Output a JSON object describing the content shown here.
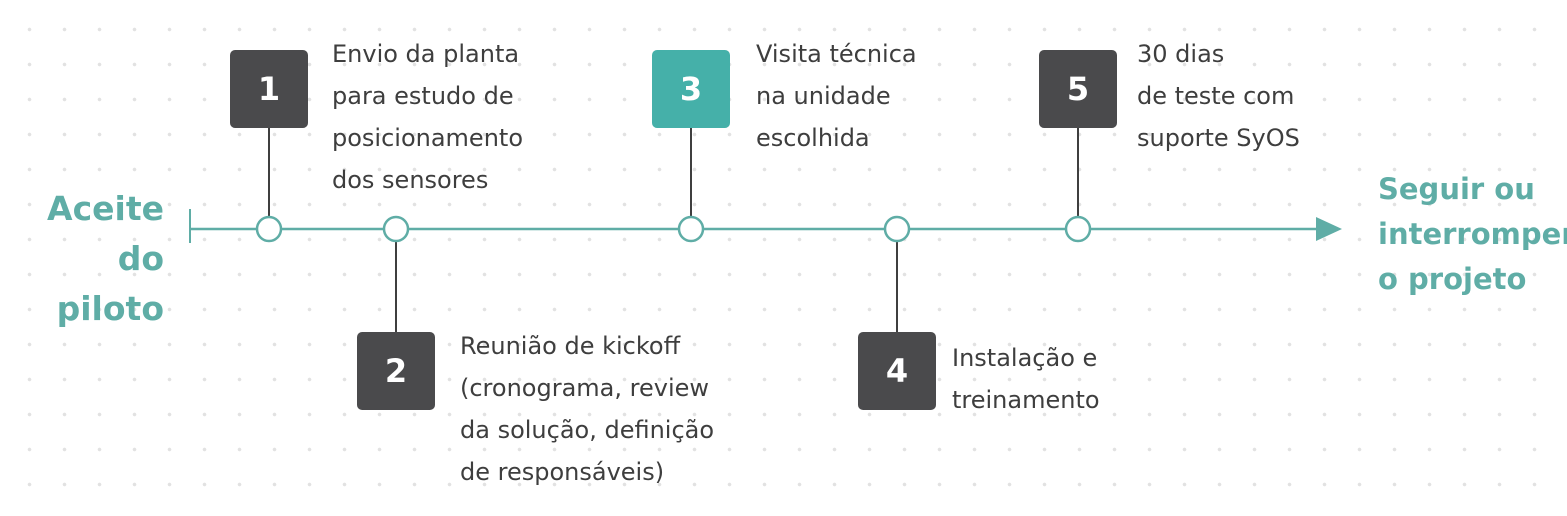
{
  "colors": {
    "accent": "#45b0a9",
    "label": "#5fada6",
    "dark_box": "#4a4a4c",
    "line": "#5fada6",
    "connector": "#3f3f3f",
    "text": "#3e3e3e"
  },
  "start_label": "Aceite\ndo piloto",
  "end_label": "Seguir ou\ninterromper\no projeto",
  "steps": [
    {
      "number": "1",
      "text": "Envio da planta\npara estudo de\nposicionamento\ndos sensores",
      "position": "above",
      "highlight": false
    },
    {
      "number": "2",
      "text": "Reunião de kickoff\n(cronograma, review\nda solução, definição\nde responsáveis)",
      "position": "below",
      "highlight": false
    },
    {
      "number": "3",
      "text": "Visita técnica\nna unidade\nescolhida",
      "position": "above",
      "highlight": true
    },
    {
      "number": "4",
      "text": "Instalação e\ntreinamento",
      "position": "below",
      "highlight": false
    },
    {
      "number": "5",
      "text": "30 dias\nde teste com\nsuporte SyOS",
      "position": "above",
      "highlight": false
    }
  ]
}
